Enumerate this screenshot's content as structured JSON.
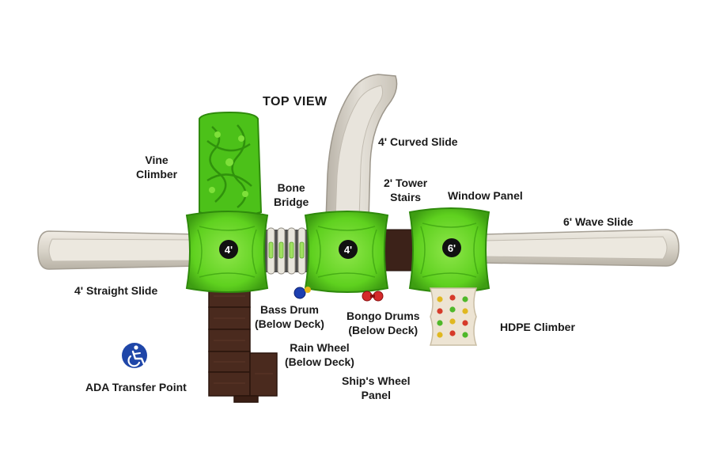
{
  "title": "TOP VIEW",
  "labels": {
    "curved_slide": "4' Curved Slide",
    "vine_climber": [
      "Vine",
      "Climber"
    ],
    "bone_bridge": [
      "Bone",
      "Bridge"
    ],
    "tower_stairs": [
      "2' Tower",
      "Stairs"
    ],
    "window_panel": "Window Panel",
    "wave_slide": "6' Wave Slide",
    "straight_slide": "4' Straight Slide",
    "bass_drum": [
      "Bass Drum",
      "(Below Deck)"
    ],
    "bongo_drums": [
      "Bongo Drums",
      "(Below Deck)"
    ],
    "hdpe_climber": "HDPE Climber",
    "rain_wheel": [
      "Rain Wheel",
      "(Below Deck)"
    ],
    "ships_wheel": [
      "Ship's Wheel",
      "Panel"
    ],
    "ada_transfer": "ADA Transfer Point"
  },
  "decks": [
    {
      "height": "4'"
    },
    {
      "height": "4'"
    },
    {
      "height": "6'"
    }
  ],
  "icons": {
    "accessibility": "accessibility-icon"
  },
  "colors": {
    "deck_green": "#5fd11f",
    "deck_dark": "#3e9e12",
    "slide_gray": "#d9d4c9",
    "stairs_brown": "#4a2a1e",
    "accessibility_blue": "#1f46a8",
    "hdpe_panel": "#ede4d3"
  }
}
